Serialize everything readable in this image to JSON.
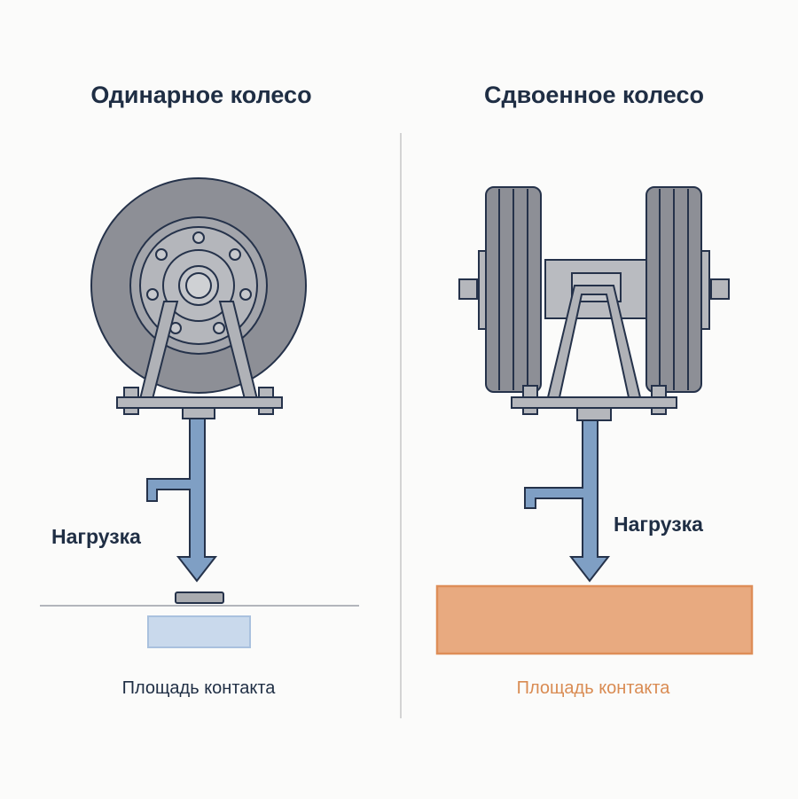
{
  "left": {
    "title": "Одинарное колесо",
    "load_label": "Нагрузка",
    "contact_label": "Площадь контакта",
    "contact_color": "#c9d9ec"
  },
  "right": {
    "title": "Сдвоенное колесо",
    "load_label": "Нагрузка",
    "contact_label": "Площадь контакта",
    "contact_color": "#e8aa80"
  },
  "colors": {
    "text": "#1f2e44",
    "arrow": "#7f9fc4",
    "metal": "#a9abb0",
    "tire": "#8a8c93",
    "outline": "#25324a",
    "accent_orange": "#d98b52"
  }
}
